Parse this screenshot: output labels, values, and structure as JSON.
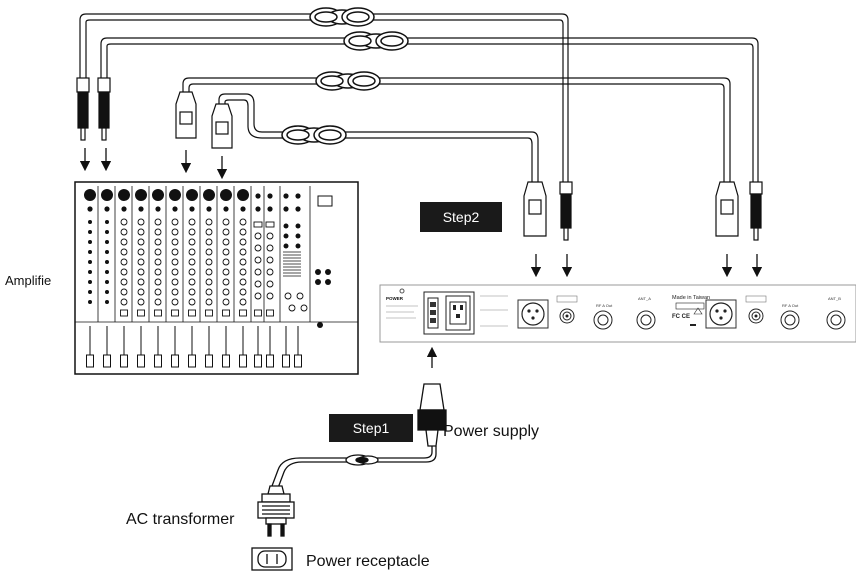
{
  "labels": {
    "amplifier": "Amplifie",
    "step1": "Step1",
    "step2": "Step2",
    "power_supply": "Power supply",
    "ac_transformer": "AC transformer",
    "power_receptacle": "Power receptacle"
  },
  "receiver_panel": {
    "power_title": "POWER",
    "made_in": "Made in Taiwan",
    "fcc_marks": "FC CE"
  }
}
